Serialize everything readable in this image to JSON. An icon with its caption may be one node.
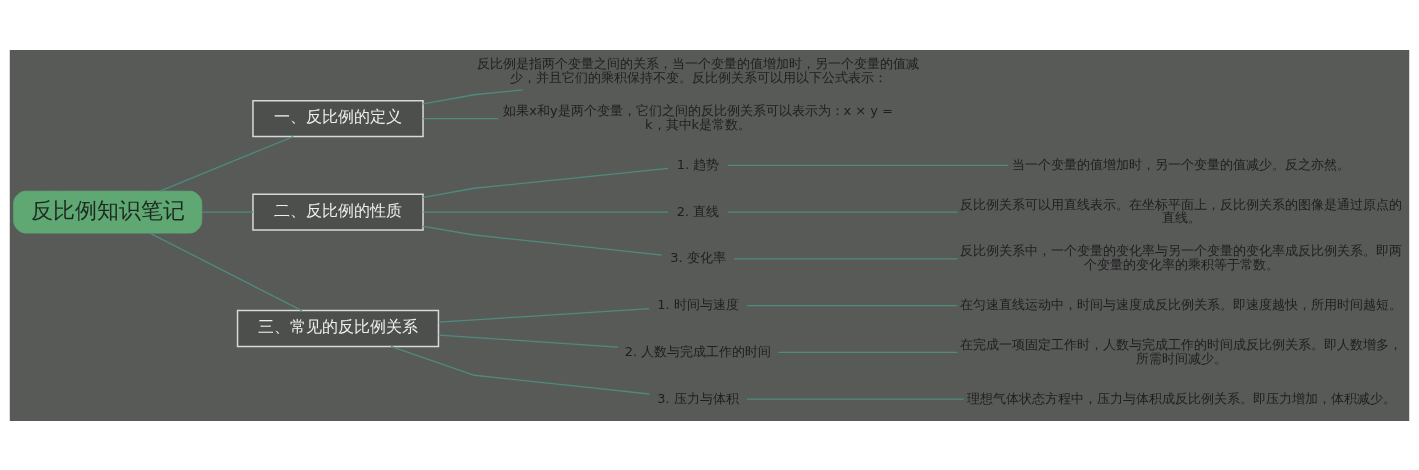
{
  "diagram": {
    "nodes": [
      {
        "text": [
          "反比例知识笔记"
        ]
      },
      {
        "text": [
          "一、反比例的定义"
        ]
      },
      {
        "text": [
          "反比例是指两个变量之间的关系，当一个变量的值增加时，另一个变量的值减少，并且它们的乘积保持不变。反比例关系可以用以下公式表示："
        ]
      },
      {
        "text": [
          "如果x和y是两个变量，它们之间的反比例关系可以表示为：x × y = k，其中k是常数。"
        ]
      },
      {
        "text": [
          "二、反比例的性质"
        ]
      },
      {
        "text": [
          "1. 趋势"
        ]
      },
      {
        "text": [
          "当一个变量的值增加时，另一个变量的值减少。反之亦然。"
        ]
      },
      {
        "text": [
          "2. 直线"
        ]
      },
      {
        "text": [
          "反比例关系可以用直线表示。在坐标平面上，反比例关系的图像是通过原点的直线。"
        ]
      },
      {
        "text": [
          "3. 变化率"
        ]
      },
      {
        "text": [
          "反比例关系中，一个变量的变化率与另一个变量的变化率成反比例关系。即两个变量的变化率的乘积等于常数。"
        ]
      },
      {
        "text": [
          "三、常见的反比例关系"
        ]
      },
      {
        "text": [
          "1. 时间与速度"
        ]
      },
      {
        "text": [
          "在匀速直线运动中，时间与速度成反比例关系。即速度越快，所用时间越短。"
        ]
      },
      {
        "text": [
          "2. 人数与完成工作的时间"
        ]
      },
      {
        "text": [
          "在完成一项固定工作时，人数与完成工作的时间成反比例关系。即人数增多，所需时间减少。"
        ]
      },
      {
        "text": [
          "3. 压力与体积"
        ]
      },
      {
        "text": [
          "理想气体状态方程中，压力与体积成反比例关系。即压力增加，体积减少。"
        ]
      }
    ],
    "edges": [
      {
        "from": 0,
        "to": 1,
        "arrow": "none"
      },
      {
        "from": 1,
        "to": 2,
        "arrow": "none"
      },
      {
        "from": 1,
        "to": 3,
        "arrow": "none"
      },
      {
        "from": 0,
        "to": 4,
        "arrow": "none"
      },
      {
        "from": 4,
        "to": 5,
        "arrow": "none"
      },
      {
        "from": 5,
        "to": 6,
        "arrow": "none"
      },
      {
        "from": 4,
        "to": 7,
        "arrow": "none"
      },
      {
        "from": 7,
        "to": 8,
        "arrow": "none"
      },
      {
        "from": 4,
        "to": 9,
        "arrow": "none"
      },
      {
        "from": 9,
        "to": 10,
        "arrow": "none"
      },
      {
        "from": 0,
        "to": 11,
        "arrow": "none"
      },
      {
        "from": 11,
        "to": 12,
        "arrow": "none"
      },
      {
        "from": 12,
        "to": 13,
        "arrow": "none"
      },
      {
        "from": 11,
        "to": 14,
        "arrow": "none"
      },
      {
        "from": 14,
        "to": 15,
        "arrow": "none"
      },
      {
        "from": 11,
        "to": 16,
        "arrow": "none"
      },
      {
        "from": 16,
        "to": 17,
        "arrow": "none"
      }
    ]
  }
}
